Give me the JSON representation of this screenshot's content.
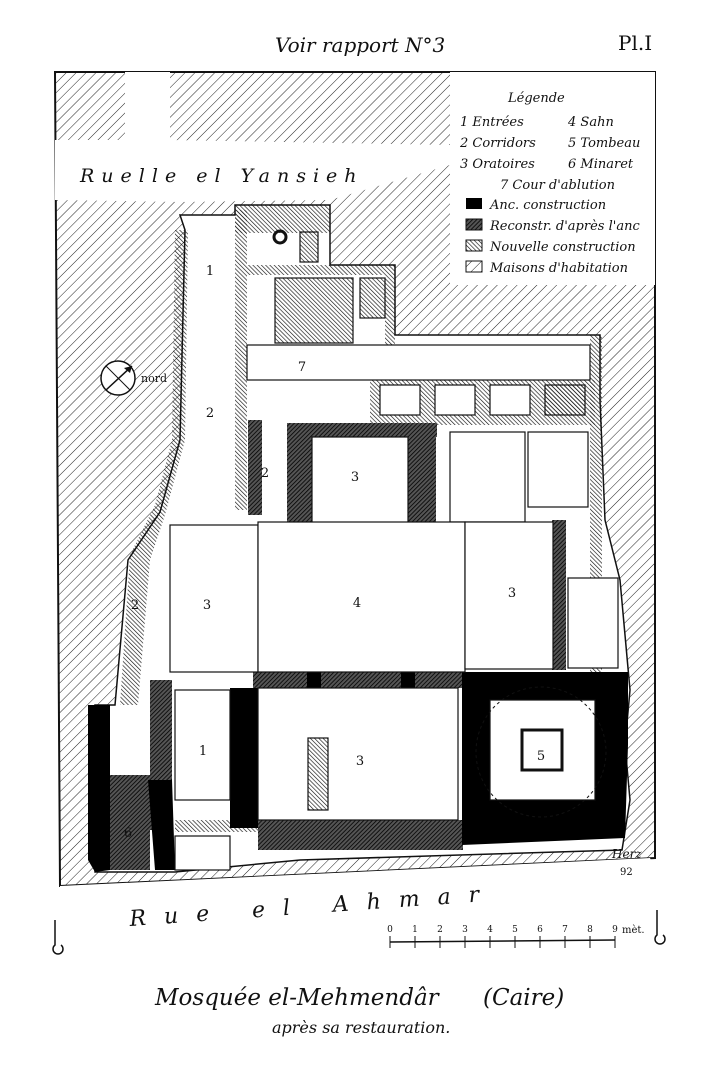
{
  "header": {
    "reference": "Voir rapport N°3",
    "plate": "Pl.I"
  },
  "legend": {
    "title": "Légende",
    "rooms": [
      {
        "num": "1",
        "label": "Entrées"
      },
      {
        "num": "2",
        "label": "Corridors"
      },
      {
        "num": "3",
        "label": "Oratoires"
      },
      {
        "num": "4",
        "label": "Sahn"
      },
      {
        "num": "5",
        "label": "Tombeau"
      },
      {
        "num": "6",
        "label": "Minaret"
      },
      {
        "num": "7",
        "label": "Cour d'ablution"
      }
    ],
    "hatches": [
      {
        "pattern": "black",
        "label": "Anc. construction"
      },
      {
        "pattern": "reconstructed",
        "label": "Reconstr. d'après l'anc"
      },
      {
        "pattern": "new",
        "label": "Nouvelle construction"
      },
      {
        "pattern": "houses",
        "label": "Maisons d'habitation"
      }
    ]
  },
  "streets": {
    "north": "Ruelle el Yansieh",
    "south": "Rue el Ahmar"
  },
  "compass": {
    "label": "nord"
  },
  "rooms": {
    "entrance_north": "1",
    "court": "7",
    "corridor_west_upper": "2",
    "corridor_inner": "2",
    "oratory_north": "3",
    "corridor_west_lower": "2",
    "oratory_west": "3",
    "sahn": "4",
    "oratory_east": "3",
    "entrance_south": "1",
    "oratory_south": "3",
    "tomb": "5",
    "minaret": "6"
  },
  "scale": {
    "ticks": [
      "0",
      "1",
      "2",
      "3",
      "4",
      "5",
      "6",
      "7",
      "8",
      "9"
    ],
    "unit": "mèt."
  },
  "signature": {
    "name": "Herz",
    "year": "92"
  },
  "caption": {
    "title": "Mosquée el-Mehmendâr",
    "city": "(Caire)",
    "subtitle": "après sa restauration."
  }
}
